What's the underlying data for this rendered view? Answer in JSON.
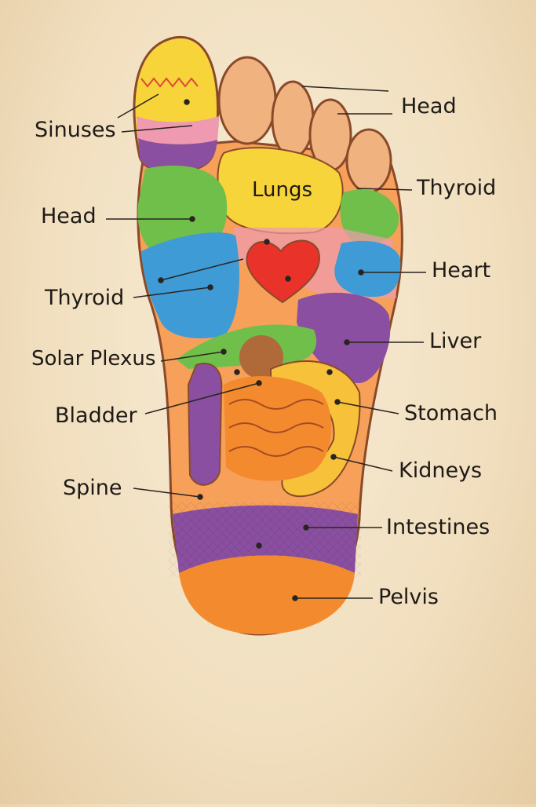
{
  "labels": {
    "head_toes": "Head",
    "sinuses": "Sinuses",
    "lungs": "Lungs",
    "thyroid_right": "Thyroid",
    "head_left": "Head",
    "heart": "Heart",
    "thyroid_left": "Thyroid",
    "liver": "Liver",
    "solar_plexus": "Solar Plexus",
    "bladder": "Bladder",
    "stomach": "Stomach",
    "kidneys": "Kidneys",
    "spine": "Spine",
    "intestines": "Intestines",
    "pelvis": "Pelvis"
  },
  "colors": {
    "skin": "#f0b27e",
    "yellow": "#f7d43a",
    "green": "#6fbf4a",
    "blue": "#3e9bd6",
    "red": "#e8322a",
    "purple": "#8a4fa0",
    "orange": "#f38b2e",
    "pink": "#ef9ab0",
    "outline": "#8a4a2a"
  }
}
